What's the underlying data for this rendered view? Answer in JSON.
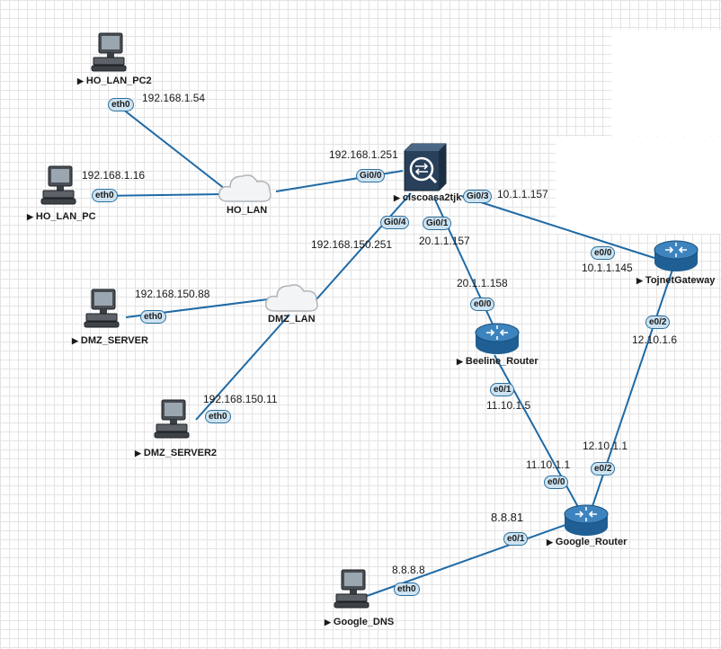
{
  "nodes": {
    "ho_lan_pc2": "HO_LAN_PC2",
    "ho_lan_pc": "HO_LAN_PC",
    "ho_lan": "HO_LAN",
    "asa": "ciscoasa2tjk",
    "dmz_server": "DMZ_SERVER",
    "dmz_server2": "DMZ_SERVER2",
    "dmz_lan": "DMZ_LAN",
    "beeline_router": "Beeline_Router",
    "tojnet_gateway": "TojnetGateway",
    "google_router": "Google_Router",
    "google_dns": "Google_DNS"
  },
  "ports": {
    "ho_lan_pc2_eth0": "eth0",
    "ho_lan_pc_eth0": "eth0",
    "asa_gi00": "Gi0/0",
    "asa_gi03": "Gi0/3",
    "asa_gi04": "Gi0/4",
    "asa_gi01": "Gi0/1",
    "tojnet_e00": "e0/0",
    "tojnet_e02": "e0/2",
    "beeline_e00": "e0/0",
    "beeline_e01": "e0/1",
    "dmz_server_eth0": "eth0",
    "dmz_server2_eth0": "eth0",
    "google_e00": "e0/0",
    "google_e02": "e0/2",
    "google_e01": "e0/1",
    "google_dns_eth0": "eth0"
  },
  "ips": {
    "ho_lan_pc2": "192.168.1.54",
    "ho_lan_pc": "192.168.1.16",
    "asa_gi00": "192.168.1.251",
    "asa_gi03": "10.1.1.157",
    "asa_gi04": "192.168.150.251",
    "asa_gi01": "20.1.1.157",
    "tojnet_e00": "10.1.1.145",
    "tojnet_e02": "12.10.1.6",
    "beeline_e00": "20.1.1.158",
    "beeline_e01": "11.10.1.5",
    "dmz_server": "192.168.150.88",
    "dmz_server2": "192.168.150.11",
    "google_e00": "11.10.1.1",
    "google_e02": "12.10.1.1",
    "google_e01": "8.8.81",
    "google_dns": "8.8.8.8"
  },
  "colors": {
    "link": "#1f6aa5",
    "port_fill": "#cde3f1",
    "router": "#2a6ea5",
    "firewall": "#2b4a6a"
  },
  "icons": {
    "pc": "desktop-pc-icon",
    "cloud": "cloud-icon",
    "router": "router-icon",
    "firewall": "firewall-icon"
  }
}
